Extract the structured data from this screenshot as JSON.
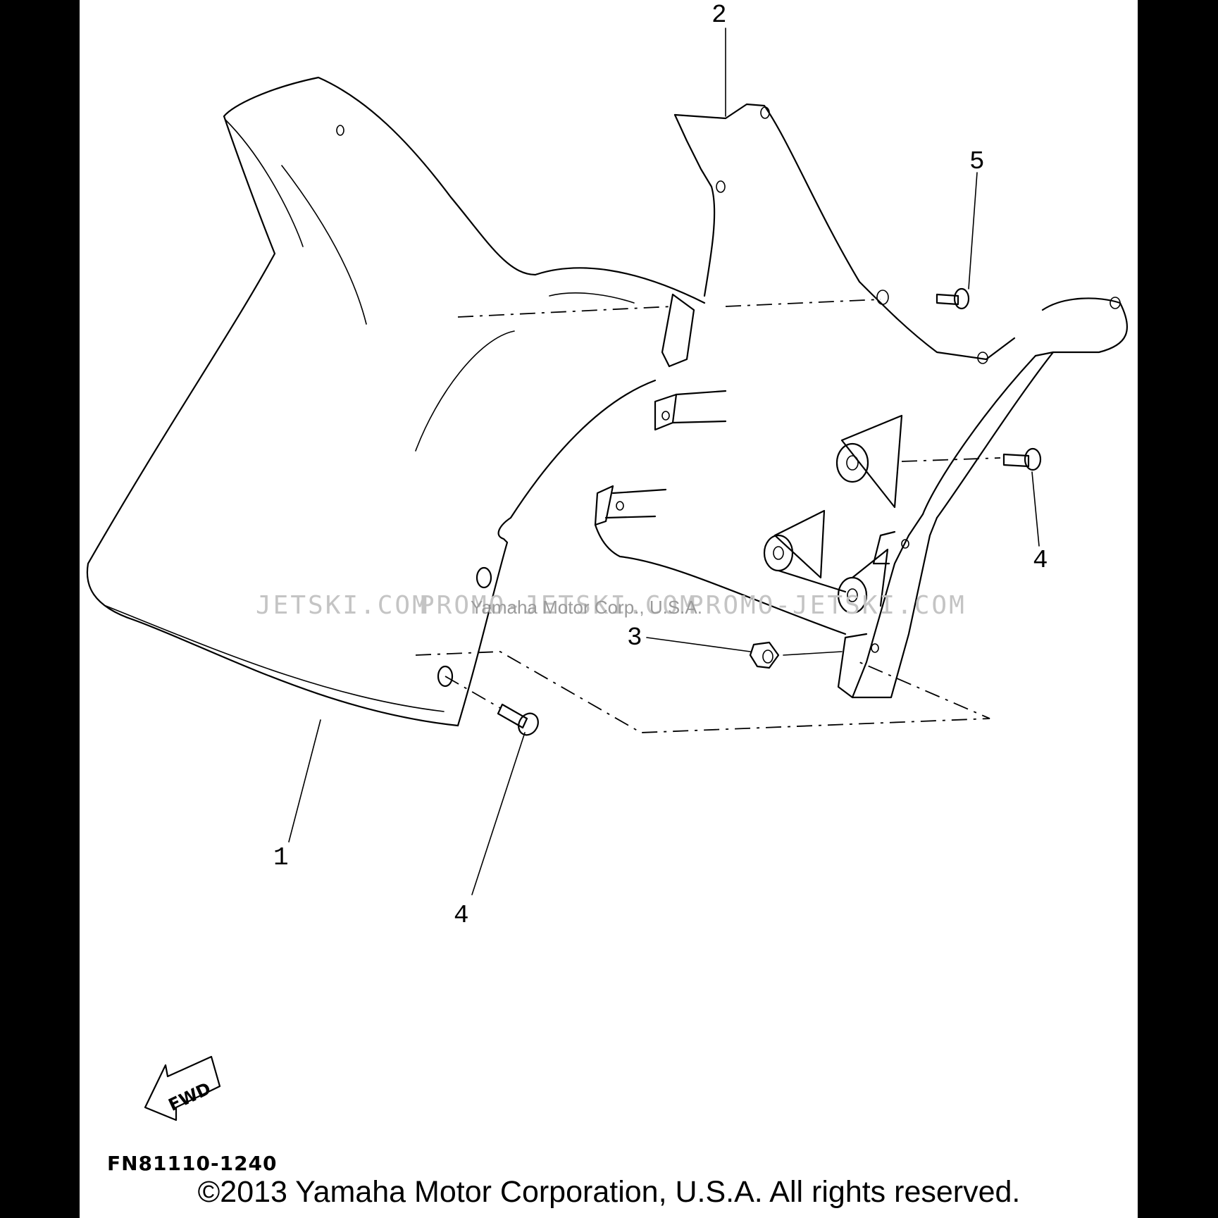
{
  "callouts": {
    "c1": "1",
    "c2": "2",
    "c3": "3",
    "c4a": "4",
    "c4b": "4",
    "c5": "5"
  },
  "fwd_label": "FWD",
  "figure_code": "FN81110-1240",
  "watermarks": {
    "w1": "JETSKI.COM",
    "w2": "PROMO-JETSKI.COM",
    "w3": "PROMO-JETSKI.COM",
    "small": "Yamaha Motor Corp., U.S.A."
  },
  "copyright": "©2013 Yamaha Motor Corporation, U.S.A. All rights reserved.",
  "colors": {
    "background": "#000000",
    "paper": "#ffffff",
    "ink": "#000000",
    "watermark": "#c4c4c4"
  }
}
